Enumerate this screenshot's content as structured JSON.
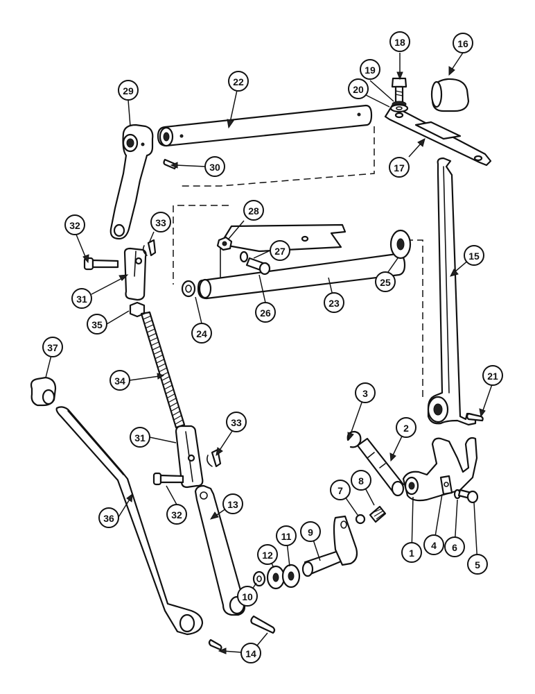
{
  "callouts": [
    {
      "id": "1",
      "label": "1"
    },
    {
      "id": "2",
      "label": "2"
    },
    {
      "id": "3",
      "label": "3"
    },
    {
      "id": "4",
      "label": "4"
    },
    {
      "id": "5",
      "label": "5"
    },
    {
      "id": "6",
      "label": "6"
    },
    {
      "id": "7",
      "label": "7"
    },
    {
      "id": "8",
      "label": "8"
    },
    {
      "id": "9",
      "label": "9"
    },
    {
      "id": "10",
      "label": "10"
    },
    {
      "id": "11",
      "label": "11"
    },
    {
      "id": "12",
      "label": "12"
    },
    {
      "id": "13",
      "label": "13"
    },
    {
      "id": "14",
      "label": "14"
    },
    {
      "id": "15",
      "label": "15"
    },
    {
      "id": "16",
      "label": "16"
    },
    {
      "id": "17",
      "label": "17"
    },
    {
      "id": "18",
      "label": "18"
    },
    {
      "id": "19",
      "label": "19"
    },
    {
      "id": "20",
      "label": "20"
    },
    {
      "id": "21",
      "label": "21"
    },
    {
      "id": "22",
      "label": "22"
    },
    {
      "id": "23",
      "label": "23"
    },
    {
      "id": "24",
      "label": "24"
    },
    {
      "id": "25",
      "label": "25"
    },
    {
      "id": "26",
      "label": "26"
    },
    {
      "id": "27",
      "label": "27"
    },
    {
      "id": "28",
      "label": "28"
    },
    {
      "id": "29",
      "label": "29"
    },
    {
      "id": "30",
      "label": "30"
    },
    {
      "id": "31a",
      "label": "31"
    },
    {
      "id": "31b",
      "label": "31"
    },
    {
      "id": "32a",
      "label": "32"
    },
    {
      "id": "32b",
      "label": "32"
    },
    {
      "id": "33a",
      "label": "33"
    },
    {
      "id": "33b",
      "label": "33"
    },
    {
      "id": "34",
      "label": "34"
    },
    {
      "id": "35",
      "label": "35"
    },
    {
      "id": "36",
      "label": "36"
    },
    {
      "id": "37",
      "label": "37"
    }
  ]
}
